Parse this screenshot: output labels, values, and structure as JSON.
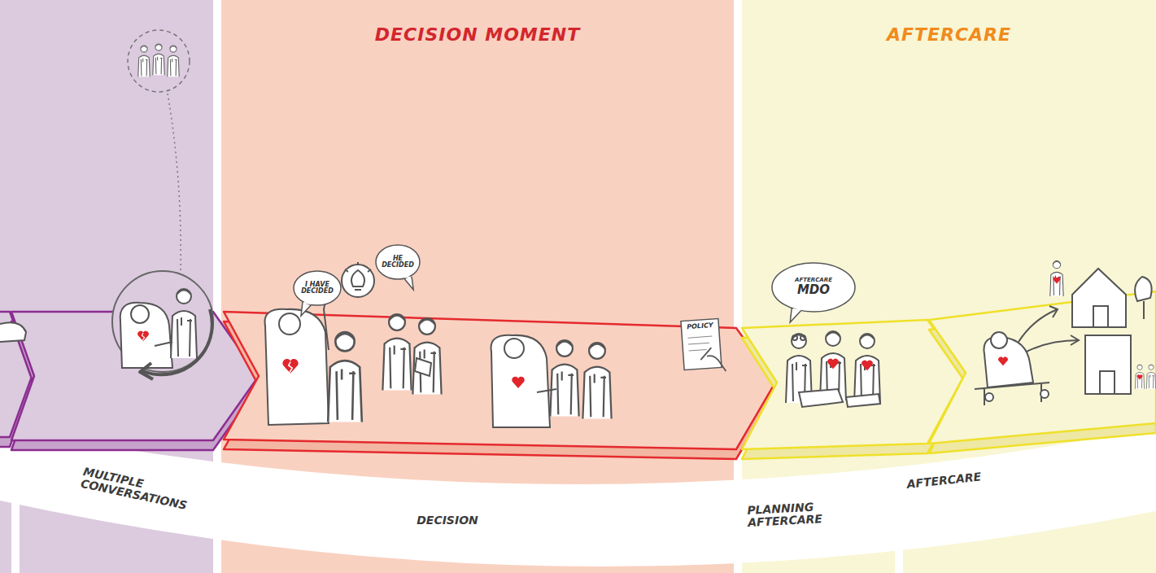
{
  "diagram": {
    "nodes": [
      {
        "text": [
          "DECISION MOMENT"
        ]
      },
      {
        "text": [
          "AFTERCARE"
        ]
      },
      {
        "text": [
          "I HAVE DECIDED"
        ],
        "in": 0
      },
      {
        "text": [
          "HE DECIDED"
        ],
        "in": 0
      },
      {
        "text": [
          "POLICY"
        ],
        "in": 0
      },
      {
        "text": [
          "AFTERCARE",
          "MDO"
        ],
        "in": 1
      }
    ],
    "labels": [
      "MULTIPLE CONVERSATIONS",
      "DECISION",
      "PLANNING AFTERCARE",
      "AFTERCARE"
    ]
  }
}
